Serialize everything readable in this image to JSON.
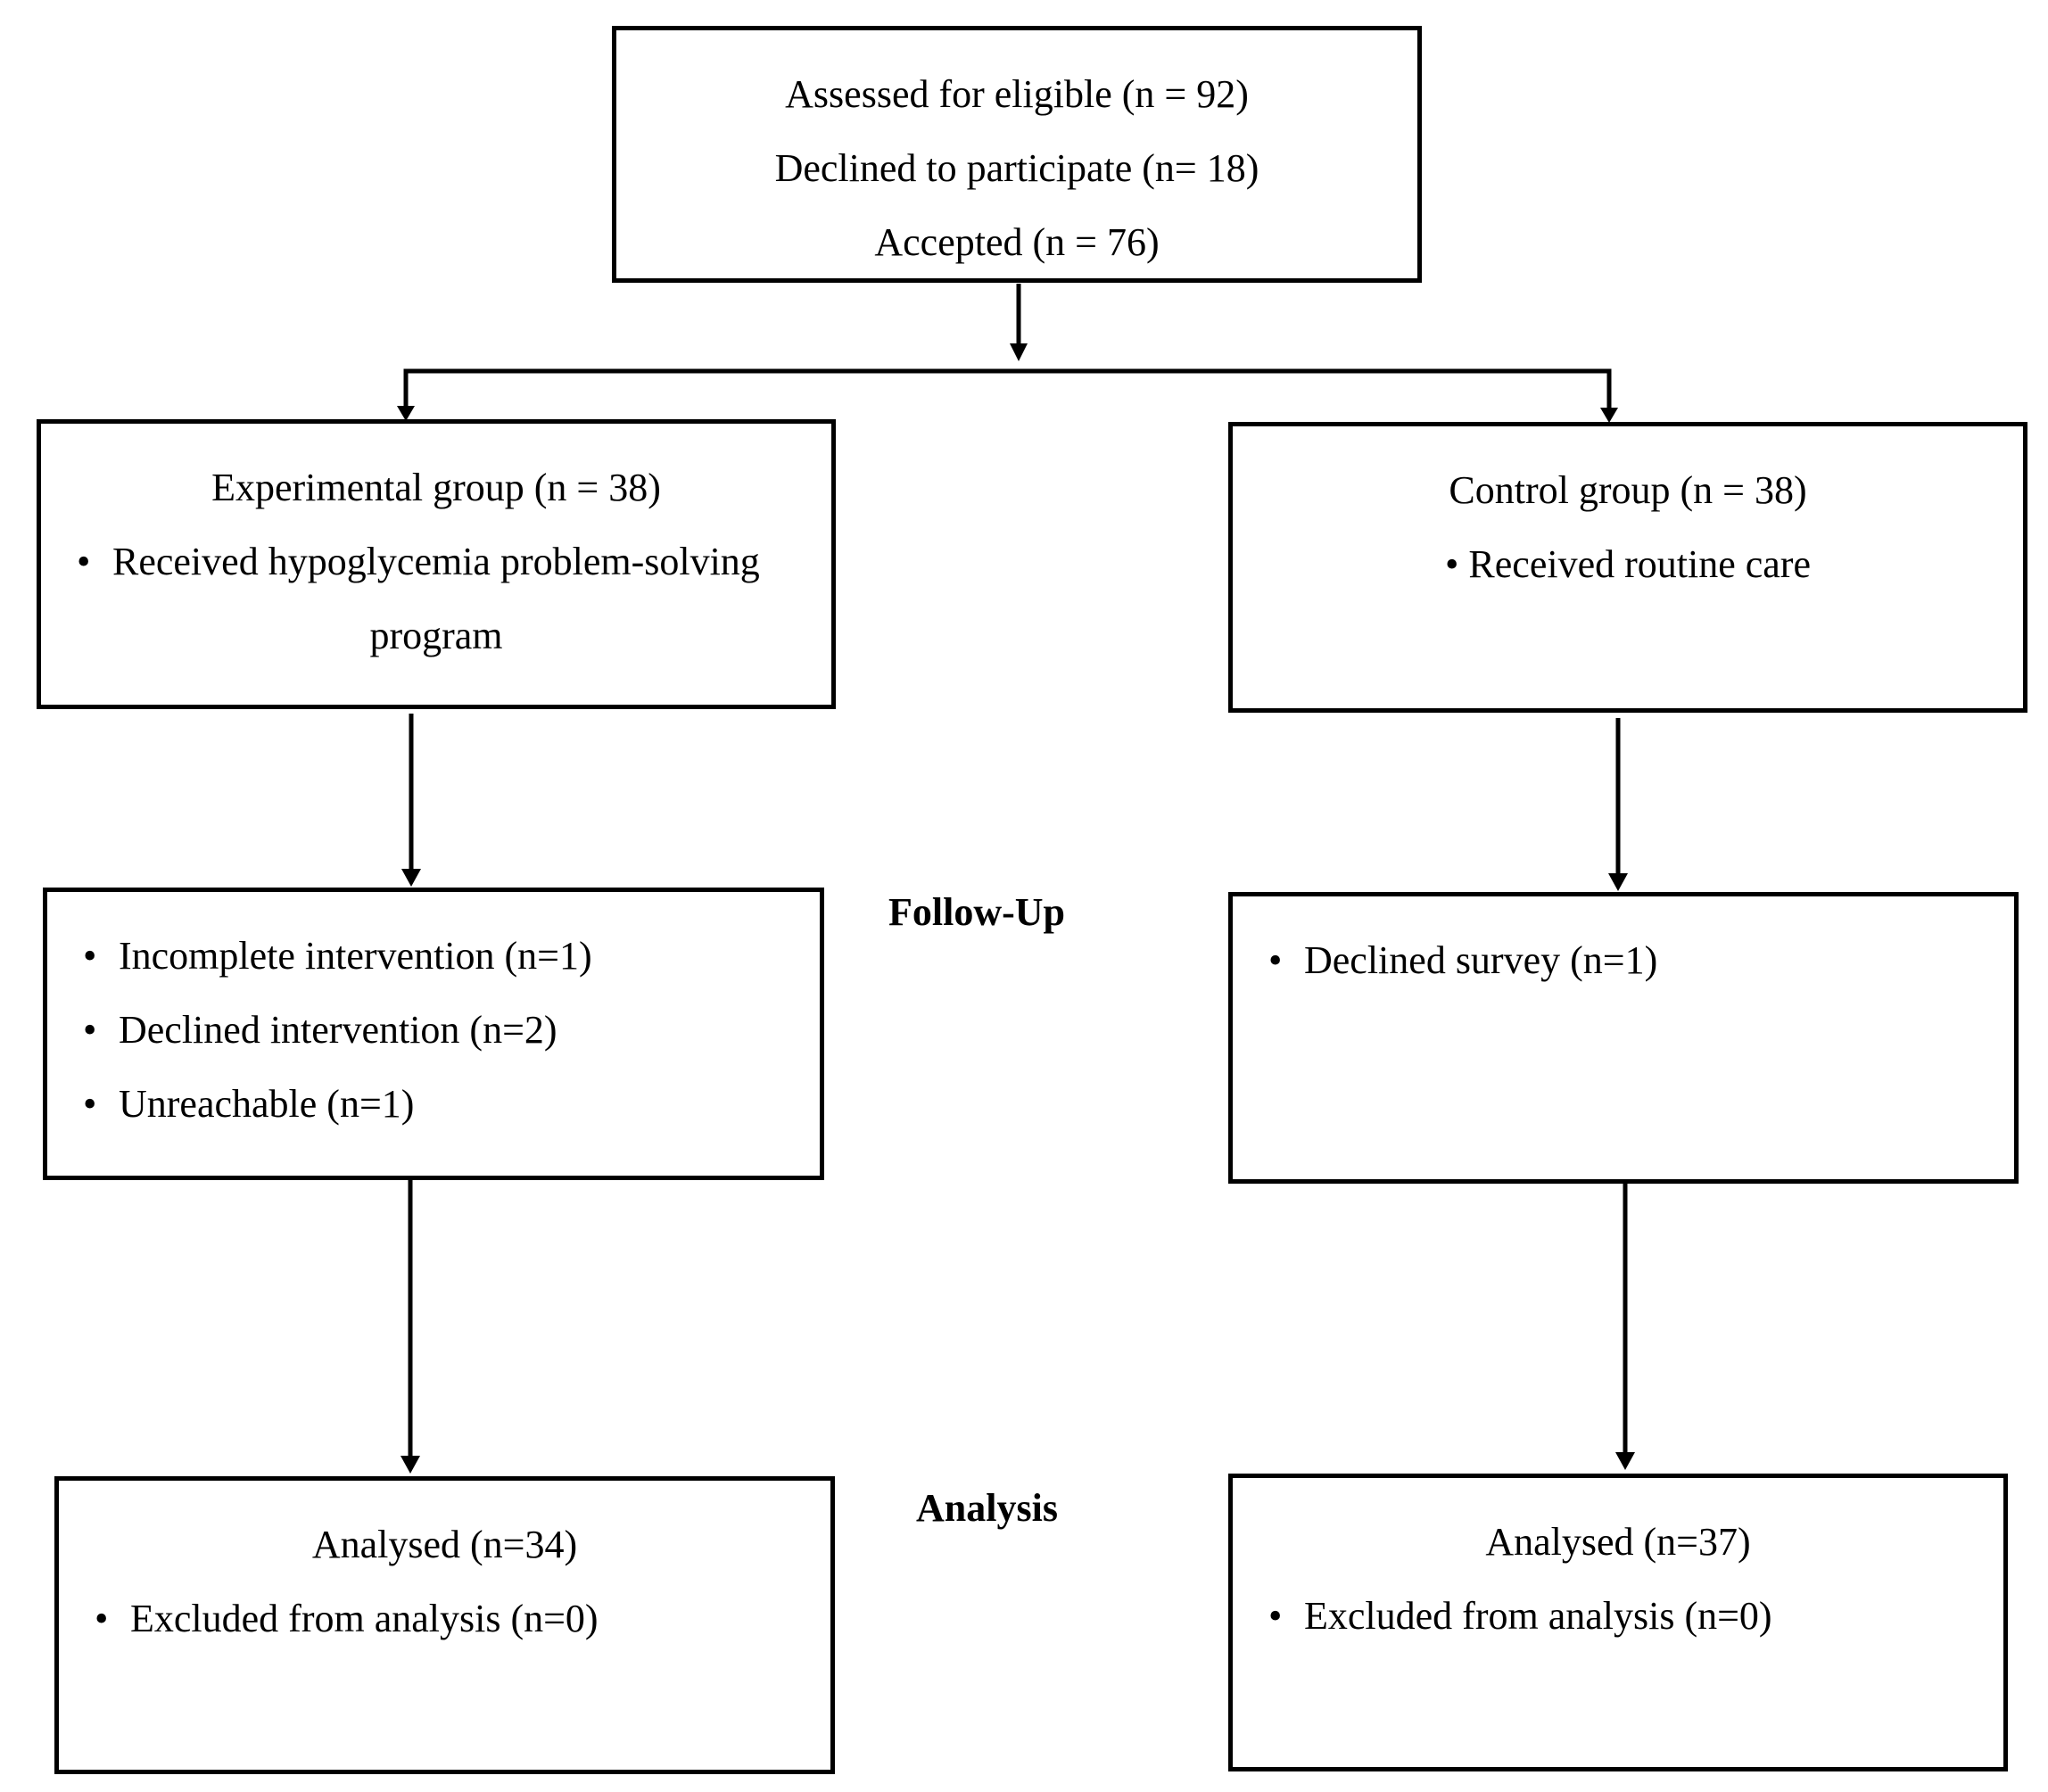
{
  "enrollment": {
    "assessed": "Assessed for eligible (n = 92)",
    "declined": "Declined to participate (n= 18)",
    "accepted": "Accepted (n = 76)"
  },
  "experimental": {
    "title": "Experimental group (n = 38)",
    "bullet_line1": "Received hypoglycemia problem-solving",
    "bullet_line2": "program"
  },
  "control": {
    "title": "Control group (n = 38)",
    "bullet": "Received routine care"
  },
  "stage_labels": {
    "follow_up": "Follow-Up",
    "analysis": "Analysis"
  },
  "experimental_followup": {
    "items": [
      "Incomplete intervention (n=1)",
      "Declined intervention (n=2)",
      "Unreachable (n=1)"
    ]
  },
  "control_followup": {
    "items": [
      "Declined survey (n=1)"
    ]
  },
  "experimental_analysis": {
    "analysed": "Analysed (n=34)",
    "excluded": "Excluded from analysis (n=0)"
  },
  "control_analysis": {
    "analysed": "Analysed (n=37)",
    "excluded": "Excluded from analysis (n=0)"
  }
}
